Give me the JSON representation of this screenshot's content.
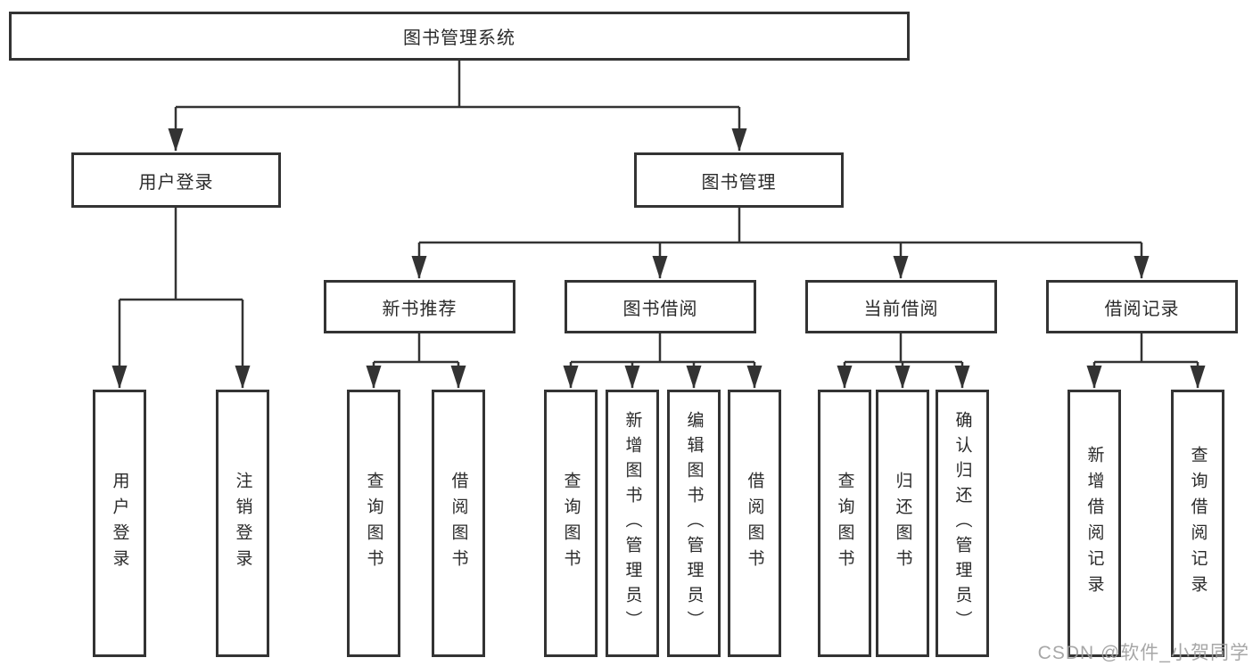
{
  "tree": {
    "root": {
      "label": "图书管理系统"
    },
    "branches": [
      {
        "label": "用户登录",
        "children": [
          {
            "label": "用户登录"
          },
          {
            "label": "注销登录"
          }
        ]
      },
      {
        "label": "图书管理",
        "children": [
          {
            "label": "新书推荐",
            "children": [
              {
                "label": "查询图书"
              },
              {
                "label": "借阅图书"
              }
            ]
          },
          {
            "label": "图书借阅",
            "children": [
              {
                "label": "查询图书"
              },
              {
                "label": "新增图书（管理员）"
              },
              {
                "label": "编辑图书（管理员）"
              },
              {
                "label": "借阅图书"
              }
            ]
          },
          {
            "label": "当前借阅",
            "children": [
              {
                "label": "查询图书"
              },
              {
                "label": "归还图书"
              },
              {
                "label": "确认归还（管理员）"
              }
            ]
          },
          {
            "label": "借阅记录",
            "children": [
              {
                "label": "新增借阅记录"
              },
              {
                "label": "查询借阅记录"
              }
            ]
          }
        ]
      }
    ]
  },
  "watermark": "CSDN @软件_小贺同学",
  "colors": {
    "line": "#333333",
    "border": "#333333",
    "text": "#2b2b2b",
    "watermark": "#9e9e9e",
    "background": "#ffffff"
  }
}
